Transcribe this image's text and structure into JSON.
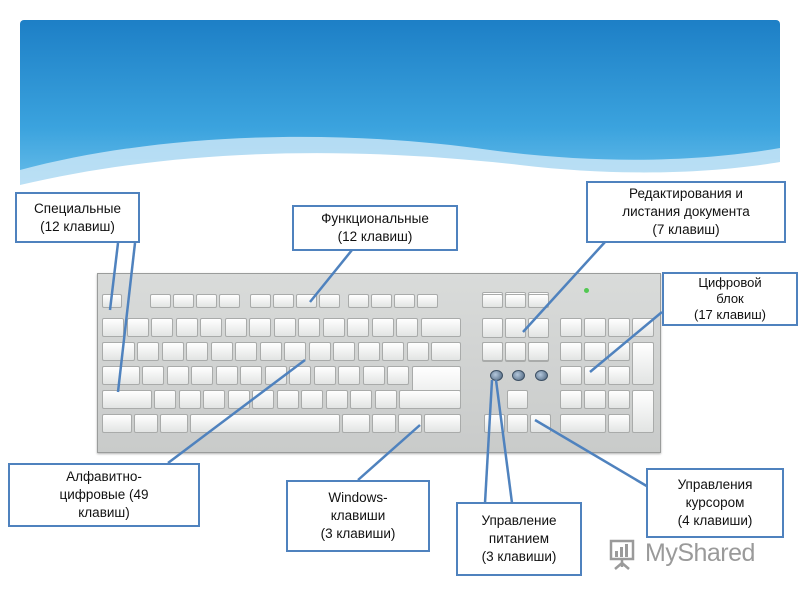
{
  "callouts": {
    "special": {
      "line1": "Специальные",
      "line2": "(12 клавиш)"
    },
    "functional": {
      "line1": "Функциональные",
      "line2": "(12 клавиш)"
    },
    "editing": {
      "line1": "Редактирования и",
      "line2": "листания документа",
      "line3": "(7 клавиш)"
    },
    "numpad": {
      "line1": "Цифровой",
      "line2": "блок",
      "line3": "(17 клавиш)"
    },
    "alphanumeric": {
      "line1": "Алфавитно-",
      "line2": "цифровые (49",
      "line3": "клавиш)"
    },
    "windows": {
      "line1": "Windows-",
      "line2": "клавиши",
      "line3": "(3 клавиши)"
    },
    "power": {
      "line1": "Управление",
      "line2": "питанием",
      "line3": "(3 клавиши)"
    },
    "cursor": {
      "line1": "Управления",
      "line2": "курсором",
      "line3": "(4 клавиши)"
    }
  },
  "watermark": {
    "text": "MyShared",
    "icon": "presentation-board-icon"
  },
  "colors": {
    "header_blue": "#2a8fd2",
    "callout_border": "#4f82be",
    "line": "#4f82be"
  }
}
